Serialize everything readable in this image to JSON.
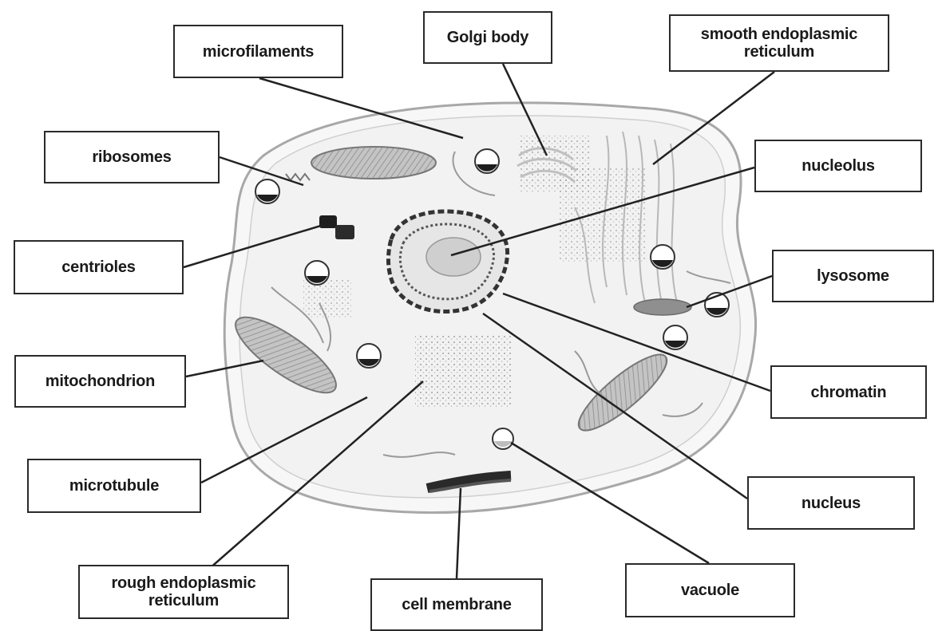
{
  "labels": {
    "microfilaments": "microfilaments",
    "golgi_body": "Golgi body",
    "smooth_er_line1": "smooth endoplasmic",
    "smooth_er_line2": "reticulum",
    "ribosomes": "ribosomes",
    "nucleolus": "nucleolus",
    "centrioles": "centrioles",
    "lysosome": "lysosome",
    "mitochondrion": "mitochondrion",
    "chromatin": "chromatin",
    "microtubule": "microtubule",
    "nucleus": "nucleus",
    "rough_er_line1": "rough endoplasmic",
    "rough_er_line2": "reticulum",
    "cell_membrane": "cell membrane",
    "vacuole": "vacuole"
  },
  "colors": {
    "ink": "#1a1a1a",
    "membrane": "#b5b5b5",
    "cytoplasm": "#f4f4f4",
    "mitochondria": "#a9a9a9",
    "organelle_fill": "#dcdcdc"
  }
}
